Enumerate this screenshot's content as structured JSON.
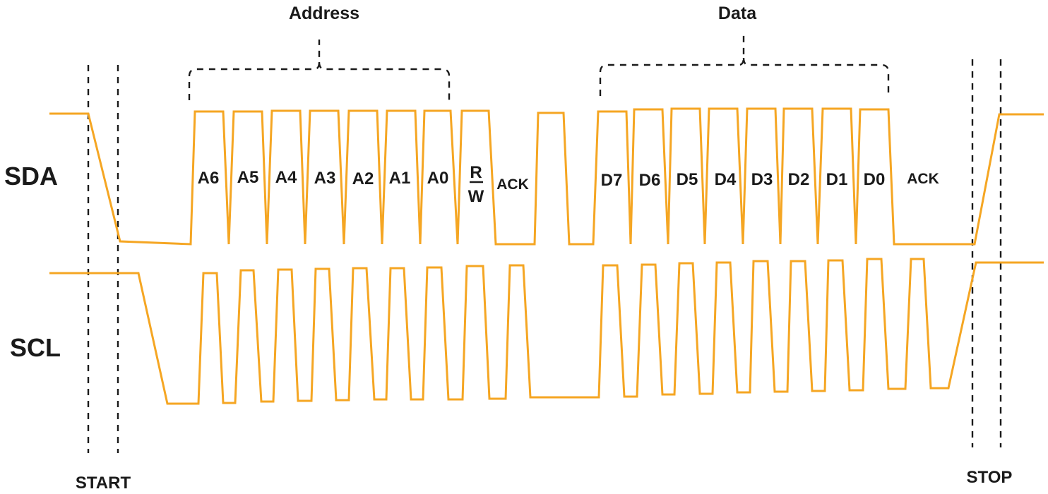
{
  "signals": {
    "sda": "SDA",
    "scl": "SCL"
  },
  "groups": {
    "address": "Address",
    "data": "Data"
  },
  "address_bits": [
    "A6",
    "A5",
    "A4",
    "A3",
    "A2",
    "A1",
    "A0"
  ],
  "rw": {
    "top": "R",
    "bottom": "W"
  },
  "ack_1": "ACK",
  "data_bits": [
    "D7",
    "D6",
    "D5",
    "D4",
    "D3",
    "D2",
    "D1",
    "D0"
  ],
  "ack_2": "ACK",
  "conditions": {
    "start": "START",
    "stop": "STOP"
  },
  "colors": {
    "signal": "#f5a623",
    "markers": "#1a1a1a",
    "text": "#1a1a1a"
  }
}
